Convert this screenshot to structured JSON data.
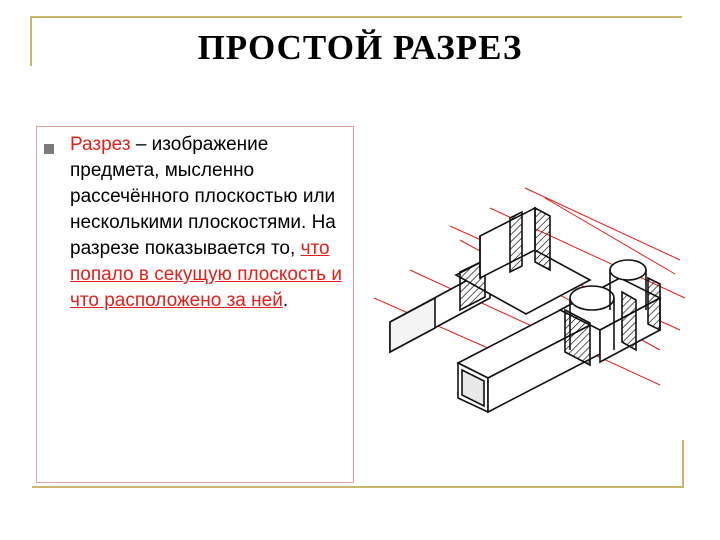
{
  "slide": {
    "title": "ПРОСТОЙ РАЗРЕЗ",
    "term": "Разрез",
    "definition_part1": " – изображение предмета, мысленно рассечённого плоскостью или несколькими плоскостями. На разрезе показывается то, ",
    "emphasis": "что попало в секущую плоскость и что расположено за ней",
    "end_punct": "."
  },
  "colors": {
    "accent_red": "#e0201a",
    "frame_gold": "#c8b76a",
    "bullet_gray": "#7a7a7a"
  },
  "icons": {
    "bullet": "square-bullet-icon"
  }
}
